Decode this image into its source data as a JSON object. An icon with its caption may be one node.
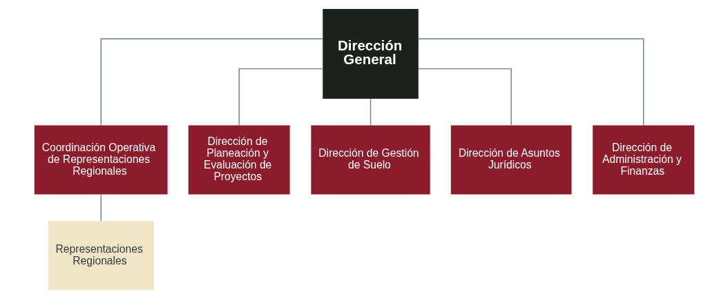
{
  "diagram": {
    "nodes": [
      {
        "text": [
          "Dirección General"
        ]
      },
      {
        "text": [
          "Coordinación Operativa de Representaciones Regionales"
        ]
      },
      {
        "text": [
          "Dirección de Planeación y Evaluación de Proyectos"
        ]
      },
      {
        "text": [
          "Dirección de Gestión de Suelo"
        ]
      },
      {
        "text": [
          "Dirección de Asuntos Jurídicos"
        ]
      },
      {
        "text": [
          "Dirección de Administración y Finanzas"
        ]
      },
      {
        "text": [
          "Representaciones Regionales"
        ]
      }
    ],
    "edges": [
      {
        "from": 0,
        "to": 1,
        "arrow": "none"
      },
      {
        "from": 0,
        "to": 2,
        "arrow": "none"
      },
      {
        "from": 0,
        "to": 3,
        "arrow": "none"
      },
      {
        "from": 0,
        "to": 4,
        "arrow": "none"
      },
      {
        "from": 0,
        "to": 5,
        "arrow": "none"
      },
      {
        "from": 1,
        "to": 6,
        "arrow": "none"
      }
    ]
  }
}
